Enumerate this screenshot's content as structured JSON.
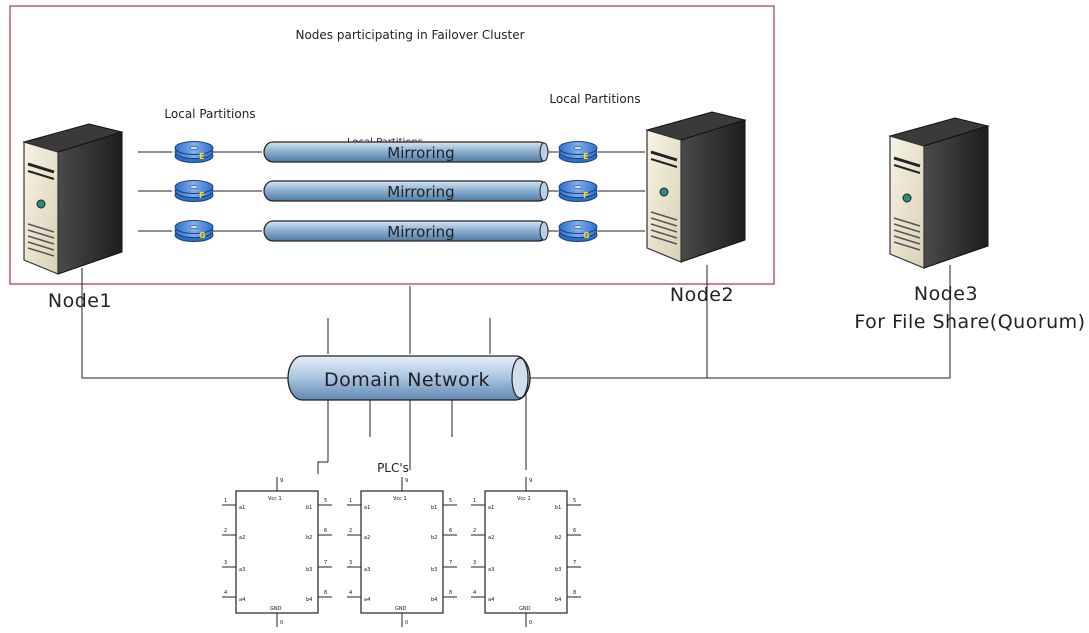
{
  "cluster": {
    "title": "Nodes participating in Failover Cluster",
    "partitions_left_label": "Local Partitions",
    "partitions_right_label": "Local Partitions",
    "overlap_label": "Local Partitions",
    "disks_left": [
      "E",
      "F",
      "G"
    ],
    "disks_right": [
      "E",
      "F",
      "G"
    ],
    "mirrors": [
      "Mirroring",
      "Mirroring",
      "Mirroring"
    ]
  },
  "nodes": {
    "node1": "Node1",
    "node2": "Node2",
    "node3_name": "Node3",
    "node3_role": "For File Share(Quorum)"
  },
  "network": {
    "label": "Domain Network"
  },
  "plcs": {
    "label": "PLC's",
    "chips": [
      {
        "top_label": "Vcc 1",
        "bottom_label": "GND"
      },
      {
        "top_label": "Vcc 1",
        "bottom_label": "GND"
      },
      {
        "top_label": "Vcc 1",
        "bottom_label": "GND"
      }
    ]
  },
  "colors": {
    "cluster_border": "#c0302f",
    "pipe_fill": "#8fb2d2",
    "disk_fill": "#4b86d8",
    "server_body": "#efe9d4"
  }
}
